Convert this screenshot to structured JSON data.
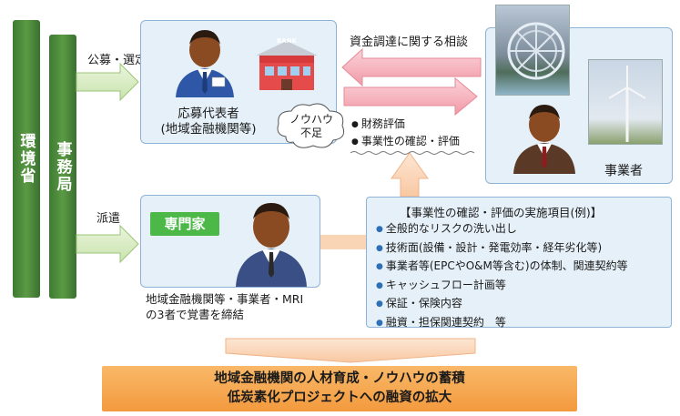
{
  "left_bars": {
    "ministry": "環境省",
    "secretariat": "事務局"
  },
  "arrows": {
    "recruit_select": "公募・選定",
    "dispatch": "派遣",
    "funding_consult": "資金調達に関する相談"
  },
  "applicant": {
    "title_line1": "応募代表者",
    "title_line2": "(地域金融機関等)",
    "bank_sign": "BANK"
  },
  "cloud": {
    "line1": "ノウハウ",
    "line2": "不足"
  },
  "evaluation_items": [
    "財務評価",
    "事業性の確認・評価"
  ],
  "business_operator": {
    "label": "事業者"
  },
  "expert": {
    "badge": "専門家",
    "caption_line1": "地域金融機関等・事業者・MRI",
    "caption_line2": "の3者で覚書を締結"
  },
  "assessment_box": {
    "title": "【事業性の確認・評価の実施項目(例)】",
    "items": [
      "全般的なリスクの洗い出し",
      "技術面(設備・設計・発電効率・経年劣化等)",
      "事業者等(EPCやO&M等含む)の体制、関連契約等",
      "キャッシュフロー計画等",
      "保証・保険内容",
      "融資・担保関連契約　等"
    ]
  },
  "outcome": {
    "line1": "地域金融機関の人材育成・ノウハウの蓄積",
    "line2": "低炭素化プロジェクトへの融資の拡大"
  },
  "colors": {
    "green_bar": "#4e8c3c",
    "panel_fill": "#e6f0f8",
    "panel_border": "#8fb3d6",
    "pink_arrow": "#f4a5b0",
    "orange_arrow": "#fad5b5",
    "outcome_fill": "#f7a54a",
    "expert_badge": "#4cb848"
  }
}
